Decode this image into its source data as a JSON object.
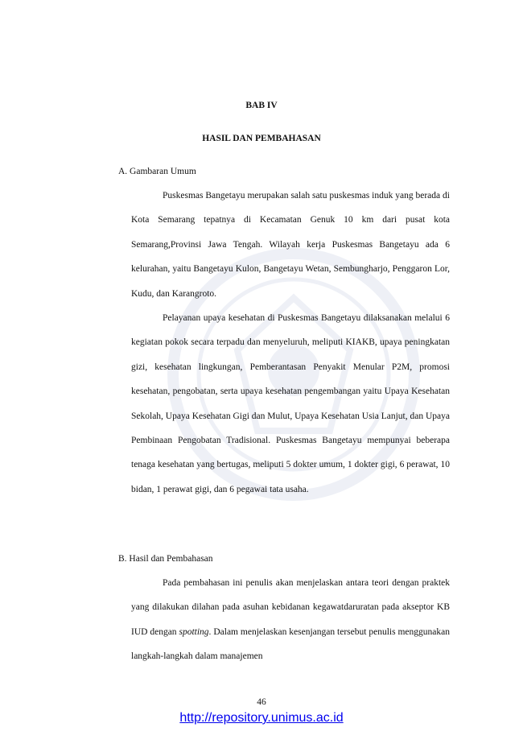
{
  "document": {
    "chapter": "BAB IV",
    "chapter_title": "HASIL DAN PEMBAHASAN",
    "section_a": {
      "heading": "A. Gambaran Umum",
      "paragraph_1": "Puskesmas Bangetayu merupakan salah satu puskesmas induk yang berada di Kota Semarang tepatnya di Kecamatan Genuk 10 km dari pusat kota Semarang,Provinsi Jawa Tengah. Wilayah kerja Puskesmas Bangetayu ada 6 kelurahan, yaitu Bangetayu Kulon, Bangetayu Wetan, Sembungharjo, Penggaron Lor, Kudu, dan Karangroto.",
      "paragraph_2": "Pelayanan upaya kesehatan di Puskesmas Bangetayu dilaksanakan melalui 6 kegiatan pokok secara terpadu dan menyeluruh, meliputi KIAKB, upaya peningkatan gizi, kesehatan lingkungan, Pemberantasan Penyakit Menular P2M, promosi kesehatan, pengobatan, serta upaya kesehatan pengembangan yaitu Upaya Kesehatan Sekolah, Upaya Kesehatan Gigi dan Mulut, Upaya Kesehatan Usia Lanjut, dan Upaya Pembinaan Pengobatan Tradisional. Puskesmas Bangetayu mempunyai beberapa tenaga kesehatan yang bertugas, meliputi 5 dokter umum, 1 dokter gigi, 6 perawat, 10 bidan, 1 perawat gigi, dan 6 pegawai tata usaha."
    },
    "section_b": {
      "heading": "B. Hasil dan Pembahasan",
      "paragraph_1_before": "Pada pembahasan ini penulis akan menjelaskan antara teori dengan praktek yang dilakukan dilahan pada asuhan kebidanan kegawatdaruratan pada akseptor KB IUD dengan ",
      "paragraph_1_italic": "spotting",
      "paragraph_1_after": ". Dalam menjelaskan kesenjangan tersebut penulis menggunakan langkah-langkah dalam manajemen"
    },
    "page_number": "46",
    "footer_link": "http://repository.unimus.ac.id"
  }
}
